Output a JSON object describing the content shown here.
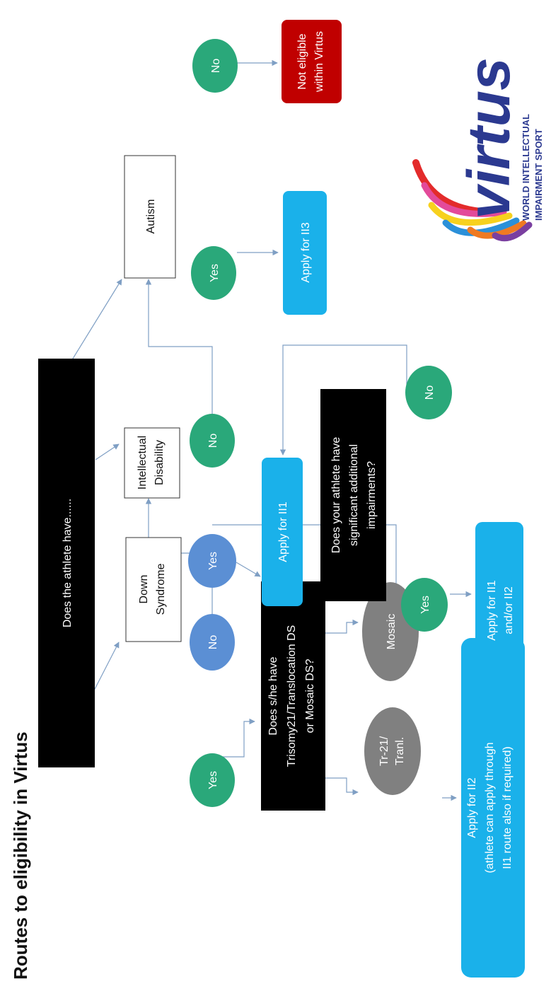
{
  "title": "Routes to eligibility in Virtus",
  "colors": {
    "black_box": "#000000",
    "green_circle": "#2aa87a",
    "blue_circle": "#5b8fd4",
    "gray_circle": "#808080",
    "apply_box": "#1ab1ea",
    "not_eligible_box": "#c00000",
    "connector": "#7f9fc4"
  },
  "nodes": {
    "question_main": "Does the athlete have......",
    "down_syndrome": [
      "Down",
      "Syndrome"
    ],
    "intellectual_disability": [
      "Intellectual",
      "Disability"
    ],
    "autism": "Autism",
    "ds_type_question": [
      "Does s/he have",
      "Trisomy21/Translocation DS",
      "or Mosaic DS?"
    ],
    "ds_yes": "Yes",
    "ds_no": "No",
    "tr21": [
      "Tr-21/",
      "Tranl."
    ],
    "mosaic": "Mosaic",
    "apply_ii2": [
      "Apply for II2",
      "(athlete can apply through",
      "II1 route also if required)"
    ],
    "id_yes": "Yes",
    "id_no": "No",
    "apply_ii1": "Apply for II1",
    "additional_question": [
      "Does your athlete have",
      "significant additional",
      "impairments?"
    ],
    "add_yes": "Yes",
    "add_no": "No",
    "apply_ii1_ii2": [
      "Apply for II1",
      "and/or II2"
    ],
    "autism_yes": "Yes",
    "autism_no": "No",
    "apply_ii3": "Apply for II3",
    "not_eligible": [
      "Not eligible",
      "within Virtus"
    ]
  },
  "logo": {
    "wordmark": "virtus",
    "tagline": [
      "WORLD INTELLECTUAL",
      "IMPAIRMENT SPORT"
    ],
    "swoosh_colors": [
      "#e32b2b",
      "#e34a9a",
      "#7a3fa0",
      "#2b90d9",
      "#f7d11e",
      "#ef7a22"
    ]
  }
}
